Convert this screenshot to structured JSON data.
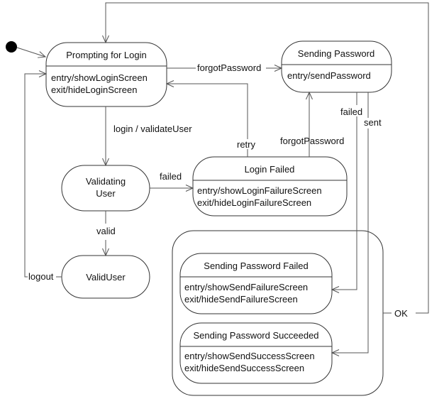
{
  "states": {
    "prompting": {
      "name": "Prompting for Login",
      "entry": "entry/showLoginScreen",
      "exit": "exit/hideLoginScreen"
    },
    "sending_password": {
      "name": "Sending Password",
      "entry": "entry/sendPassword"
    },
    "validating": {
      "name_line1": "Validating",
      "name_line2": "User"
    },
    "login_failed": {
      "name": "Login Failed",
      "entry": "entry/showLoginFailureScreen",
      "exit": "exit/hideLoginFailureScreen"
    },
    "valid_user": {
      "name": "ValidUser"
    },
    "send_failed": {
      "name": "Sending Password Failed",
      "entry": "entry/showSendFailureScreen",
      "exit": "exit/hideSendFailureScreen"
    },
    "send_succeeded": {
      "name": "Sending Password Succeeded",
      "entry": "entry/showSendSuccessScreen",
      "exit": "exit/hideSendSuccessScreen"
    }
  },
  "transitions": {
    "forgot_password_1": "forgotPassword",
    "login_validate": "login / validateUser",
    "retry": "retry",
    "forgot_password_2": "forgotPassword",
    "failed_validate": "failed",
    "valid": "valid",
    "logout": "logout",
    "failed_send": "failed",
    "sent": "sent",
    "ok": "OK"
  },
  "colors": {
    "stroke": "#333333",
    "arrow": "#555555",
    "text": "#111111",
    "background": "#ffffff"
  }
}
